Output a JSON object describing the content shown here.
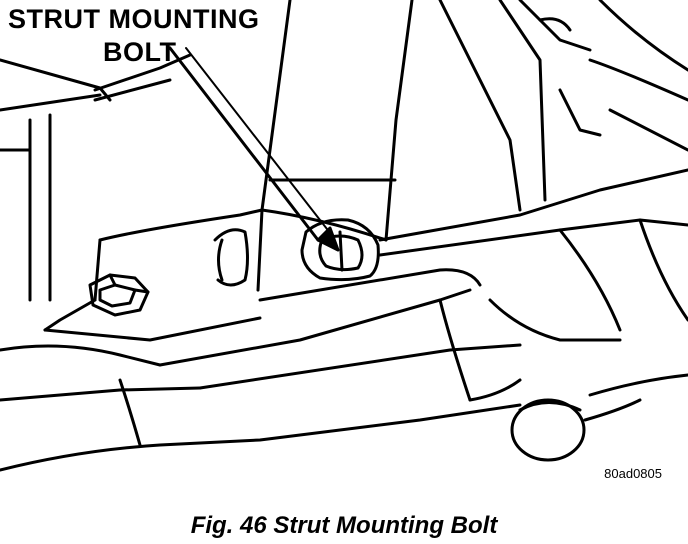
{
  "callout": {
    "line1": "STRUT MOUNTING",
    "line2": "BOLT"
  },
  "reference_code": "80ad0805",
  "caption": "Fig. 46 Strut Mounting Bolt",
  "colors": {
    "ink": "#000000",
    "paper": "#ffffff"
  }
}
